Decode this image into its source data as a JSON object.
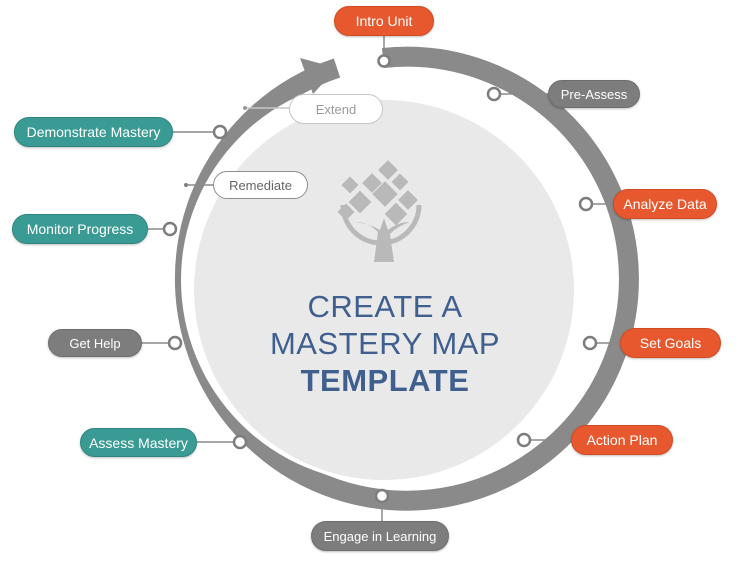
{
  "colors": {
    "orange": "#e8582e",
    "teal": "#3a9b95",
    "gray": "#7d7d7d",
    "ring": "#8a8a8a",
    "disc": "#e9e9e9",
    "title_blue": "#3f5f8f"
  },
  "center": {
    "line1": "CREATE A",
    "line2": "MASTERY MAP",
    "line3": "TEMPLATE"
  },
  "steps": {
    "intro_unit": "Intro Unit",
    "pre_assess": "Pre-Assess",
    "analyze_data": "Analyze Data",
    "set_goals": "Set Goals",
    "action_plan": "Action Plan",
    "engage_in_learning": "Engage in Learning",
    "assess_mastery": "Assess Mastery",
    "get_help": "Get Help",
    "monitor_progress": "Monitor Progress",
    "remediate": "Remediate",
    "demonstrate_mastery": "Demonstrate Mastery",
    "extend": "Extend"
  },
  "icons": {
    "logo": "tree-of-diamonds-logo",
    "arrow": "cycle-arrowhead"
  }
}
